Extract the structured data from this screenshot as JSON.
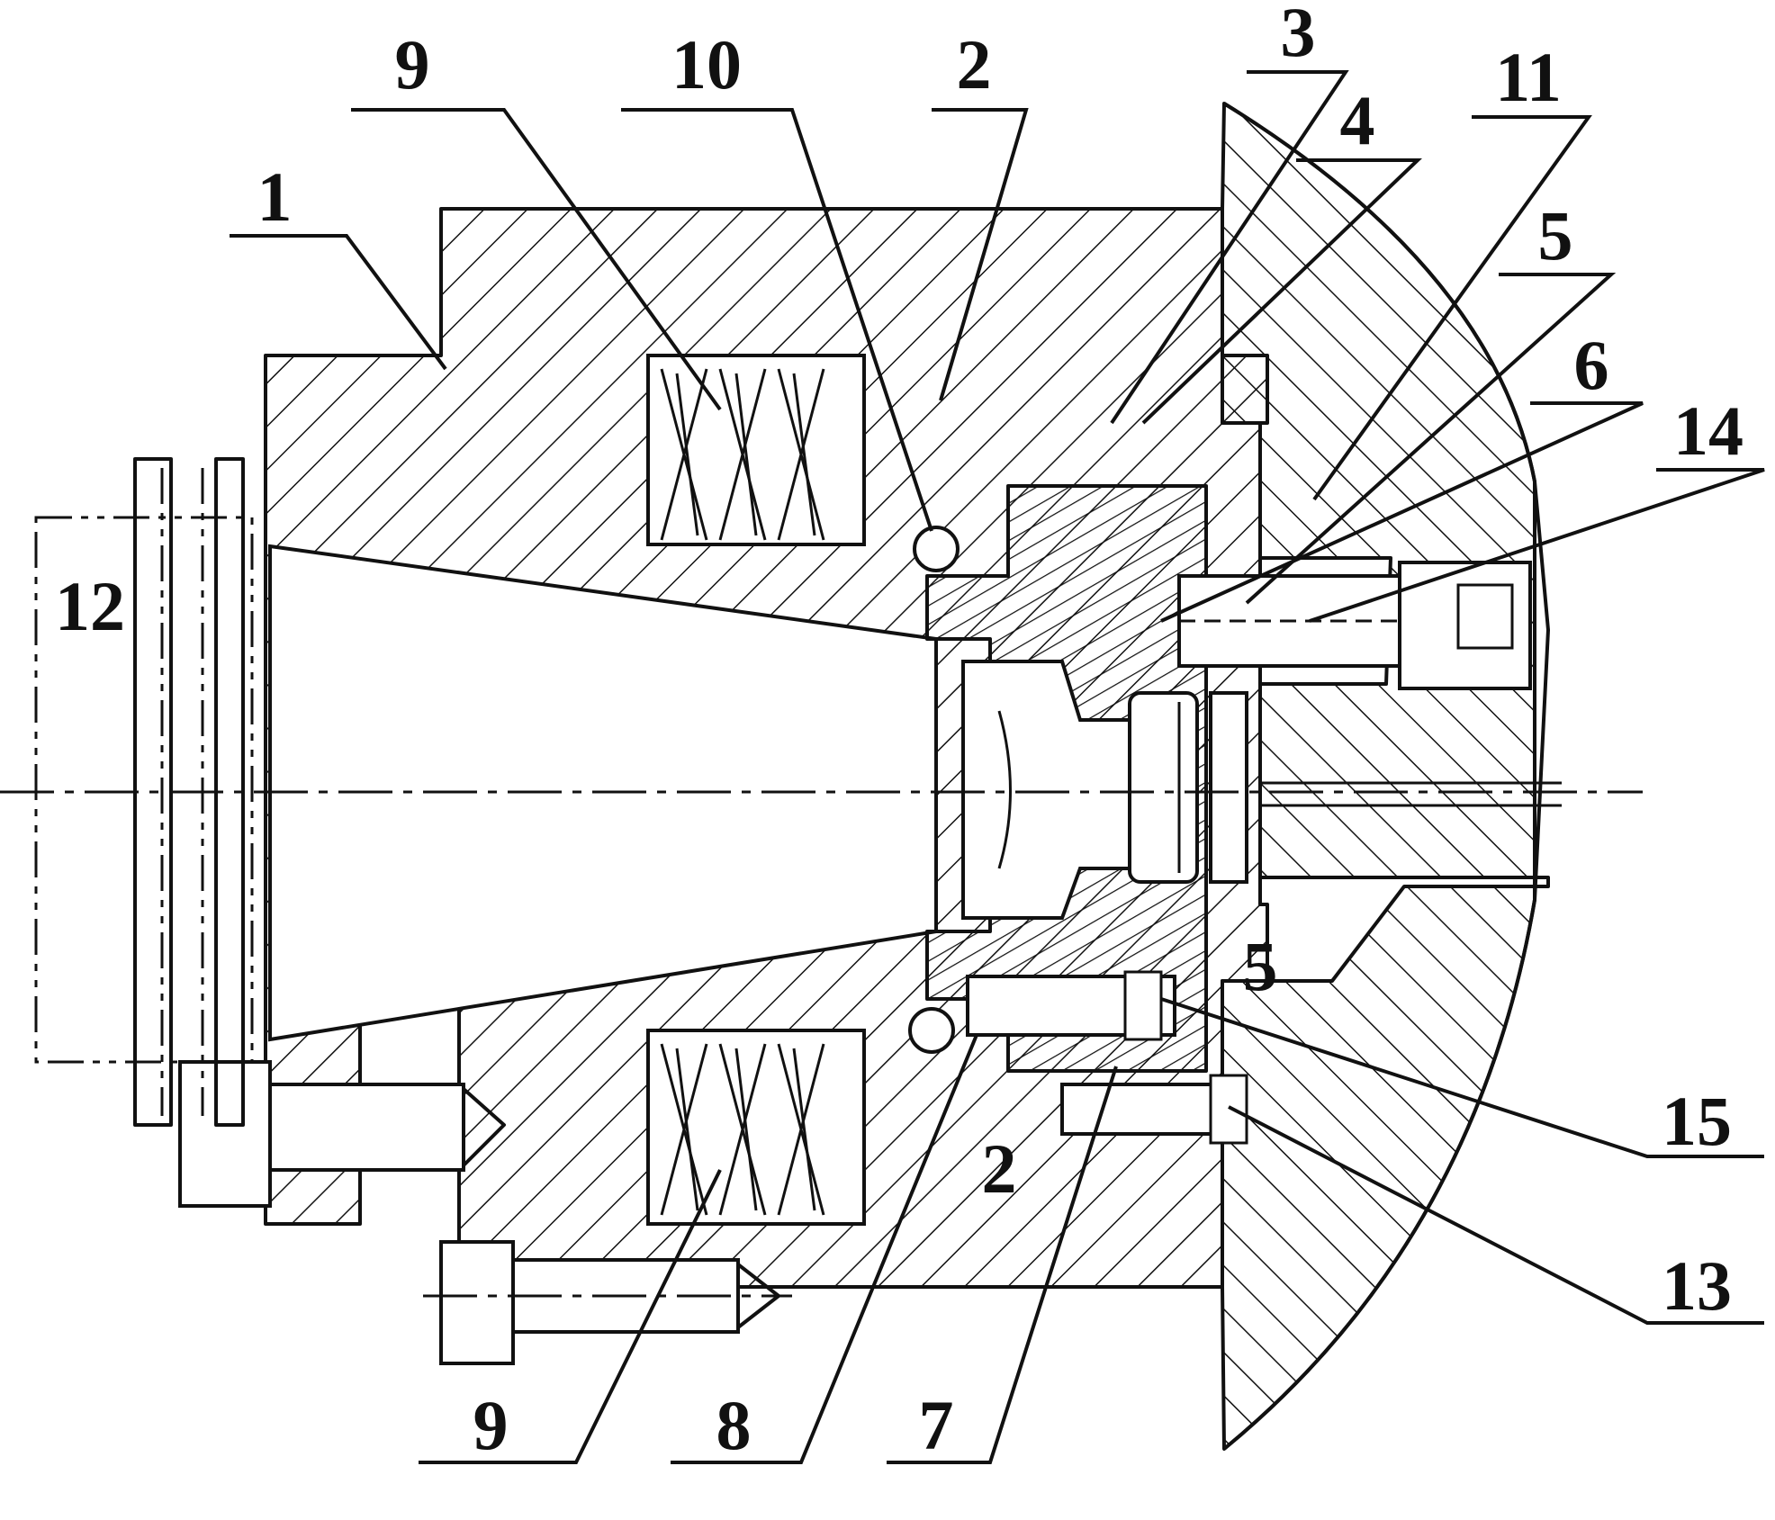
{
  "callouts": [
    {
      "id": "1",
      "text": "1"
    },
    {
      "id": "9_top",
      "text": "9"
    },
    {
      "id": "10",
      "text": "10"
    },
    {
      "id": "2_top",
      "text": "2"
    },
    {
      "id": "3",
      "text": "3"
    },
    {
      "id": "4",
      "text": "4"
    },
    {
      "id": "11",
      "text": "11"
    },
    {
      "id": "5_top",
      "text": "5"
    },
    {
      "id": "6",
      "text": "6"
    },
    {
      "id": "14",
      "text": "14"
    },
    {
      "id": "12",
      "text": "12"
    },
    {
      "id": "5_mid",
      "text": "5"
    },
    {
      "id": "15",
      "text": "15"
    },
    {
      "id": "13",
      "text": "13"
    },
    {
      "id": "2_bottom",
      "text": "2"
    },
    {
      "id": "9_bottom",
      "text": "9"
    },
    {
      "id": "8",
      "text": "8"
    },
    {
      "id": "7",
      "text": "7"
    }
  ],
  "colors": {
    "ink": "#111111",
    "paper": "#ffffff"
  }
}
